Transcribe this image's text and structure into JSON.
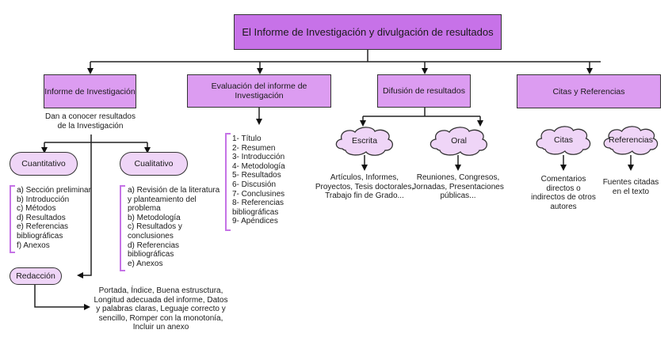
{
  "colors": {
    "main": "#c772e8",
    "level2": "#dc9cf1",
    "leaf": "#efd5f7",
    "bracket": "#c573e6"
  },
  "root": {
    "title": "El Informe de Investigación y divulgación de resultados"
  },
  "informe": {
    "title": "Informe de Investigación",
    "desc": [
      "Dan a conocer resultados",
      "de la Investigación"
    ],
    "cuantitativo": {
      "label": "Cuantitativo",
      "items": [
        "a) Sección preliminar",
        "b) Introducción",
        "c) Métodos",
        "d) Resultados",
        "e) Referencias",
        "bibliográficas",
        "f) Anexos"
      ]
    },
    "cualitativo": {
      "label": "Cualitativo",
      "items": [
        "a) Revisión de la literatura",
        "y planteamiento del",
        "problema",
        "b) Metodología",
        "c) Resultados y",
        "conclusiones",
        "d) Referencias",
        "bibliográficas",
        "e) Anexos"
      ]
    },
    "redaccion": {
      "label": "Redacción",
      "desc": [
        "Portada, Índice, Buena estrusctura,",
        "Longitud adecuada del informe, Datos",
        "y palabras claras, Leguaje correcto y",
        "sencillo, Romper con la monotonía,",
        "Incluir un anexo"
      ]
    }
  },
  "evaluacion": {
    "title": "Evaluación del informe de Investigación",
    "items": [
      "1- Título",
      "2- Resumen",
      "3- Introducción",
      "4- Metodología",
      "5- Resultados",
      "6- Discusión",
      "7- Conclusines",
      "8- Referencias",
      "bibliográficas",
      "9- Apéndices"
    ]
  },
  "difusion": {
    "title": "Difusión de resultados",
    "escrita": {
      "label": "Escrita",
      "desc": [
        "Artículos, Informes,",
        "Proyectos, Tesis doctorales,",
        "Trabajo fin de Grado..."
      ]
    },
    "oral": {
      "label": "Oral",
      "desc": [
        "Reuniones, Congresos,",
        "Jornadas, Presentaciones",
        "públicas..."
      ]
    }
  },
  "citas_ref": {
    "title": "Citas y Referencias",
    "citas": {
      "label": "Citas",
      "desc": [
        "Comentarios",
        "directos o",
        "indirectos de otros",
        "autores"
      ]
    },
    "referencias": {
      "label": "Referencias",
      "desc": [
        "Fuentes citadas",
        "en el texto"
      ]
    }
  }
}
